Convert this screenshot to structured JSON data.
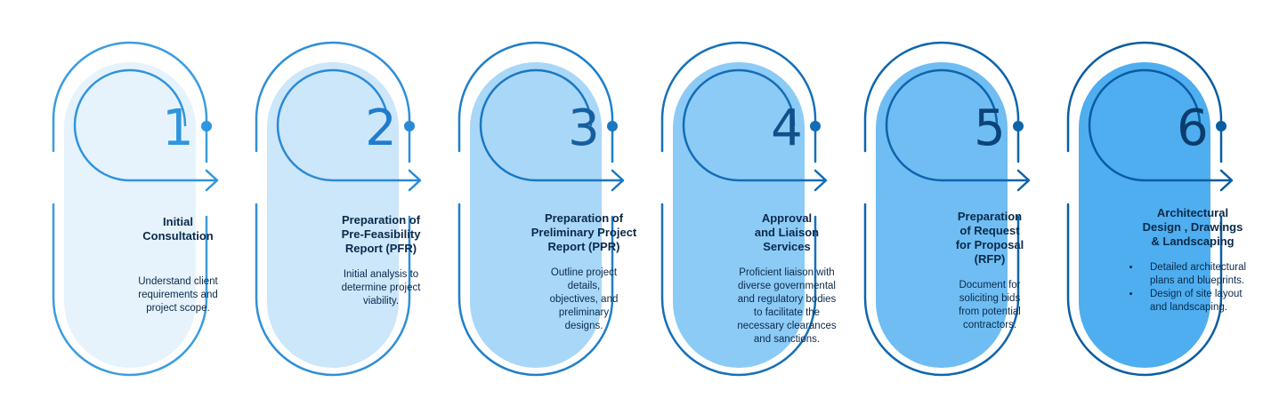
{
  "steps": [
    {
      "number": "1",
      "title": "Initial\nConsultation",
      "description": "Understand client\nrequirements and\nproject scope.",
      "fill": "#e6f3fc",
      "ring": "#3a9de0",
      "accent": "#2f95de",
      "number_color": "#2f95de"
    },
    {
      "number": "2",
      "title": "Preparation of\nPre-Feasibility\nReport (PFR)",
      "description": "Initial analysis to\ndetermine project\nviability.",
      "fill": "#cce6fa",
      "ring": "#2f8fd8",
      "accent": "#2a8ad6",
      "number_color": "#1f7ccc"
    },
    {
      "number": "3",
      "title": "Preparation of\nPreliminary Project\nReport (PPR)",
      "description": "Outline project\ndetails,\nobjectives, and\npreliminary\ndesigns.",
      "fill": "#a9d7f8",
      "ring": "#1f7fcb",
      "accent": "#1a77c2",
      "number_color": "#155f9f"
    },
    {
      "number": "4",
      "title": "Approval\nand Liaison\nServices",
      "description": "Proficient liaison with\ndiverse governmental\nand regulatory bodies\nto facilitate the\nnecessary clearances\nand sanctions.",
      "fill": "#8ccbf6",
      "ring": "#1570bb",
      "accent": "#136cb6",
      "number_color": "#0f4f8a"
    },
    {
      "number": "5",
      "title": "Preparation\nof Request\nfor Proposal\n(RFP)",
      "description": "Document for\nsoliciting bids\nfrom potential\ncontractors.",
      "fill": "#6fbdf3",
      "ring": "#0e66ae",
      "accent": "#0e64ab",
      "number_color": "#0c4478"
    },
    {
      "number": "6",
      "title": "Architectural\nDesign , Drawings\n& Landscaping",
      "bullets": [
        "Detailed architectural plans and blueprints.",
        "Design of site layout and landscaping."
      ],
      "fill": "#4eaef0",
      "ring": "#0a5ea3",
      "accent": "#0a5ca0",
      "number_color": "#0a3c6c"
    }
  ]
}
